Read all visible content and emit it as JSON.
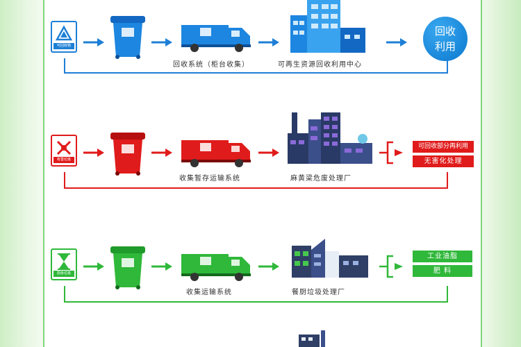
{
  "colors": {
    "blue": "#1d7fd6",
    "red": "#e01b1b",
    "green": "#2fb83a",
    "green_dark": "#1e9b2b"
  },
  "rows": [
    {
      "sign_caption": "可回收物",
      "icon": "recycle-icon",
      "truck_label": "回收系统（柜台收集）",
      "plant_label": "可再生资源回收利用中心",
      "result": [
        "回收",
        "利用"
      ]
    },
    {
      "sign_caption": "有害垃圾",
      "icon": "hazard-icon",
      "truck_label": "收集暂存运输系统",
      "plant_label": "麻黄梁危废处理厂",
      "result": [
        "可回收部分再利用",
        "无害化处理"
      ]
    },
    {
      "sign_caption": "厨余垃圾",
      "icon": "kitchen-waste-icon",
      "truck_label": "收集运输系统",
      "plant_label": "餐厨垃圾处理厂",
      "result": [
        "工业油脂",
        "肥 料"
      ]
    }
  ]
}
